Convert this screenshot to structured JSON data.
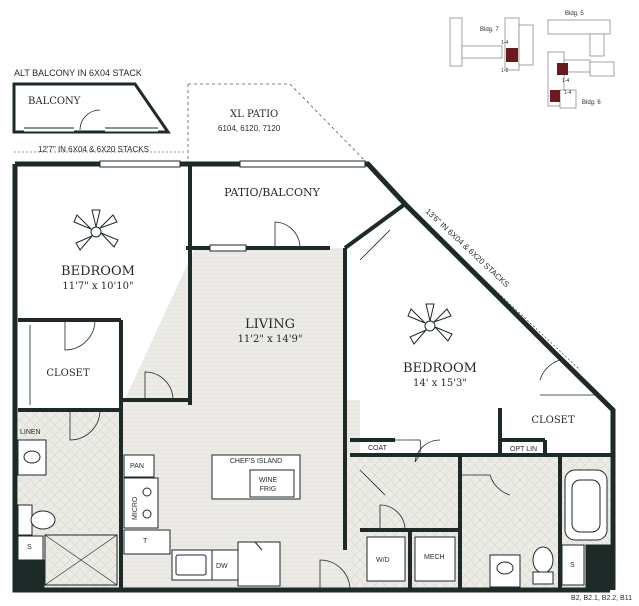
{
  "plan": {
    "alt_balcony_title": "ALT BALCONY IN 6X04 STACK",
    "balcony": "BALCONY",
    "dim_12_7": "12'7\" IN 6X04 & 6X20 STACKS",
    "xl_patio": "XL PATIO",
    "xl_patio_units": "6104, 6120, 7120",
    "patio_balcony": "PATIO/BALCONY",
    "dim_13_6": "13'6\" IN 6X04 & 6X20 STACKS",
    "bedroom1": {
      "name": "BEDROOM",
      "dims": "11'7\" x 10'10\""
    },
    "living": {
      "name": "LIVING",
      "dims": "11'2\" x 14'9\""
    },
    "bedroom2": {
      "name": "BEDROOM",
      "dims": "14' x 15'3\""
    },
    "closet1": "CLOSET",
    "closet2": "CLOSET",
    "linen": "LINEN",
    "coat": "COAT",
    "opt_lin": "OPT LIN",
    "pan": "PAN",
    "micro": "MICRO",
    "t": "T",
    "dw": "DW",
    "wd": "W/D",
    "mech": "MECH",
    "s1": "S",
    "s2": "S",
    "chefs_island": "CHEF'S ISLAND",
    "wine_frig_1": "WINE",
    "wine_frig_2": "FRIG"
  },
  "key_plan": {
    "bldg5": "Bldg. 5",
    "bldg6": "Bldg. 6",
    "bldg7": "Bldg. 7",
    "tag_a": "1-4",
    "tag_b": "1-2",
    "tag_c": "1-4",
    "tag_d": "1-4"
  },
  "plan_codes": "B2, B2.1, B2.2, B11",
  "colors": {
    "wall": "#1e2a28",
    "floor": "#ecebe6",
    "highlight": "#6b1a22"
  }
}
